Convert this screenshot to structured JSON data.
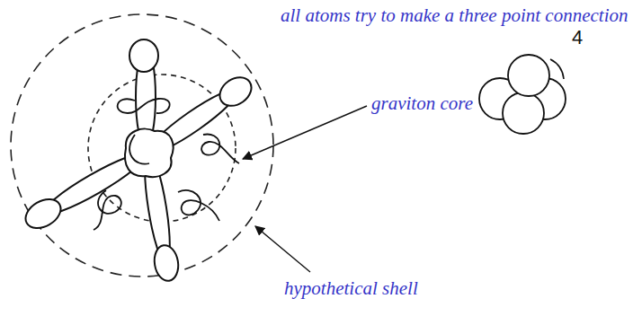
{
  "diagram": {
    "labels": [
      "all atoms try to make a three point connection",
      "graviton core",
      "hypothetical shell",
      "4"
    ]
  }
}
